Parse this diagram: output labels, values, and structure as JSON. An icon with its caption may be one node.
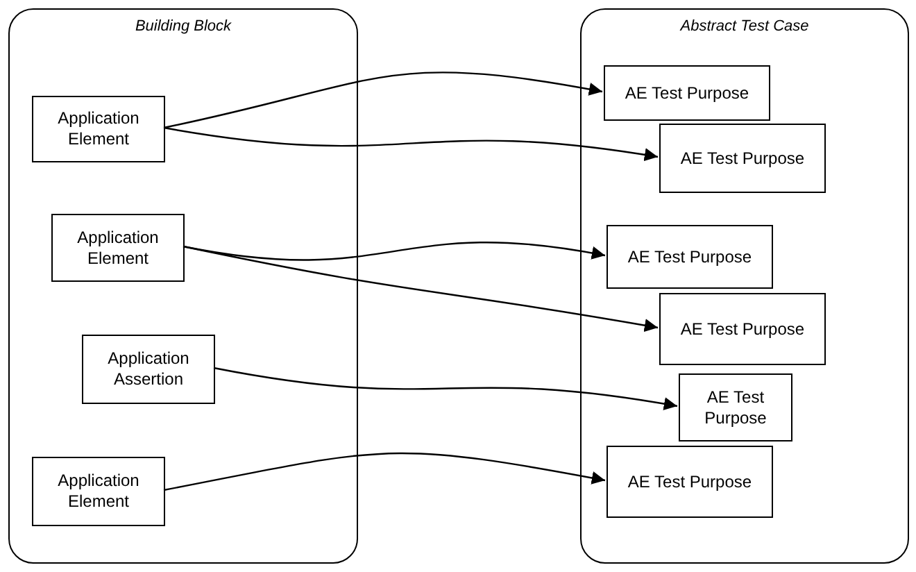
{
  "diagram": {
    "nodes": [
      {
        "text": [
          "Building Block"
        ]
      },
      {
        "text": [
          "Application Element"
        ],
        "in": 0
      },
      {
        "text": [
          "Application Element"
        ],
        "in": 0
      },
      {
        "text": [
          "Application Assertion"
        ],
        "in": 0
      },
      {
        "text": [
          "Application Element"
        ],
        "in": 0
      },
      {
        "text": [
          "Abstract Test Case"
        ]
      },
      {
        "text": [
          "AE Test Purpose"
        ],
        "in": 5
      },
      {
        "text": [
          "AE Test Purpose"
        ],
        "in": 5
      },
      {
        "text": [
          "AE Test Purpose"
        ],
        "in": 5
      },
      {
        "text": [
          "AE Test Purpose"
        ],
        "in": 5
      },
      {
        "text": [
          "AE Test Purpose"
        ],
        "in": 5
      },
      {
        "text": [
          "AE Test Purpose"
        ],
        "in": 5
      }
    ],
    "edges": [
      {
        "from": 1,
        "to": 6,
        "arrow": "to"
      },
      {
        "from": 1,
        "to": 7,
        "arrow": "to"
      },
      {
        "from": 2,
        "to": 8,
        "arrow": "to"
      },
      {
        "from": 2,
        "to": 9,
        "arrow": "to"
      },
      {
        "from": 3,
        "to": 10,
        "arrow": "to"
      },
      {
        "from": 4,
        "to": 11,
        "arrow": "to"
      }
    ]
  }
}
